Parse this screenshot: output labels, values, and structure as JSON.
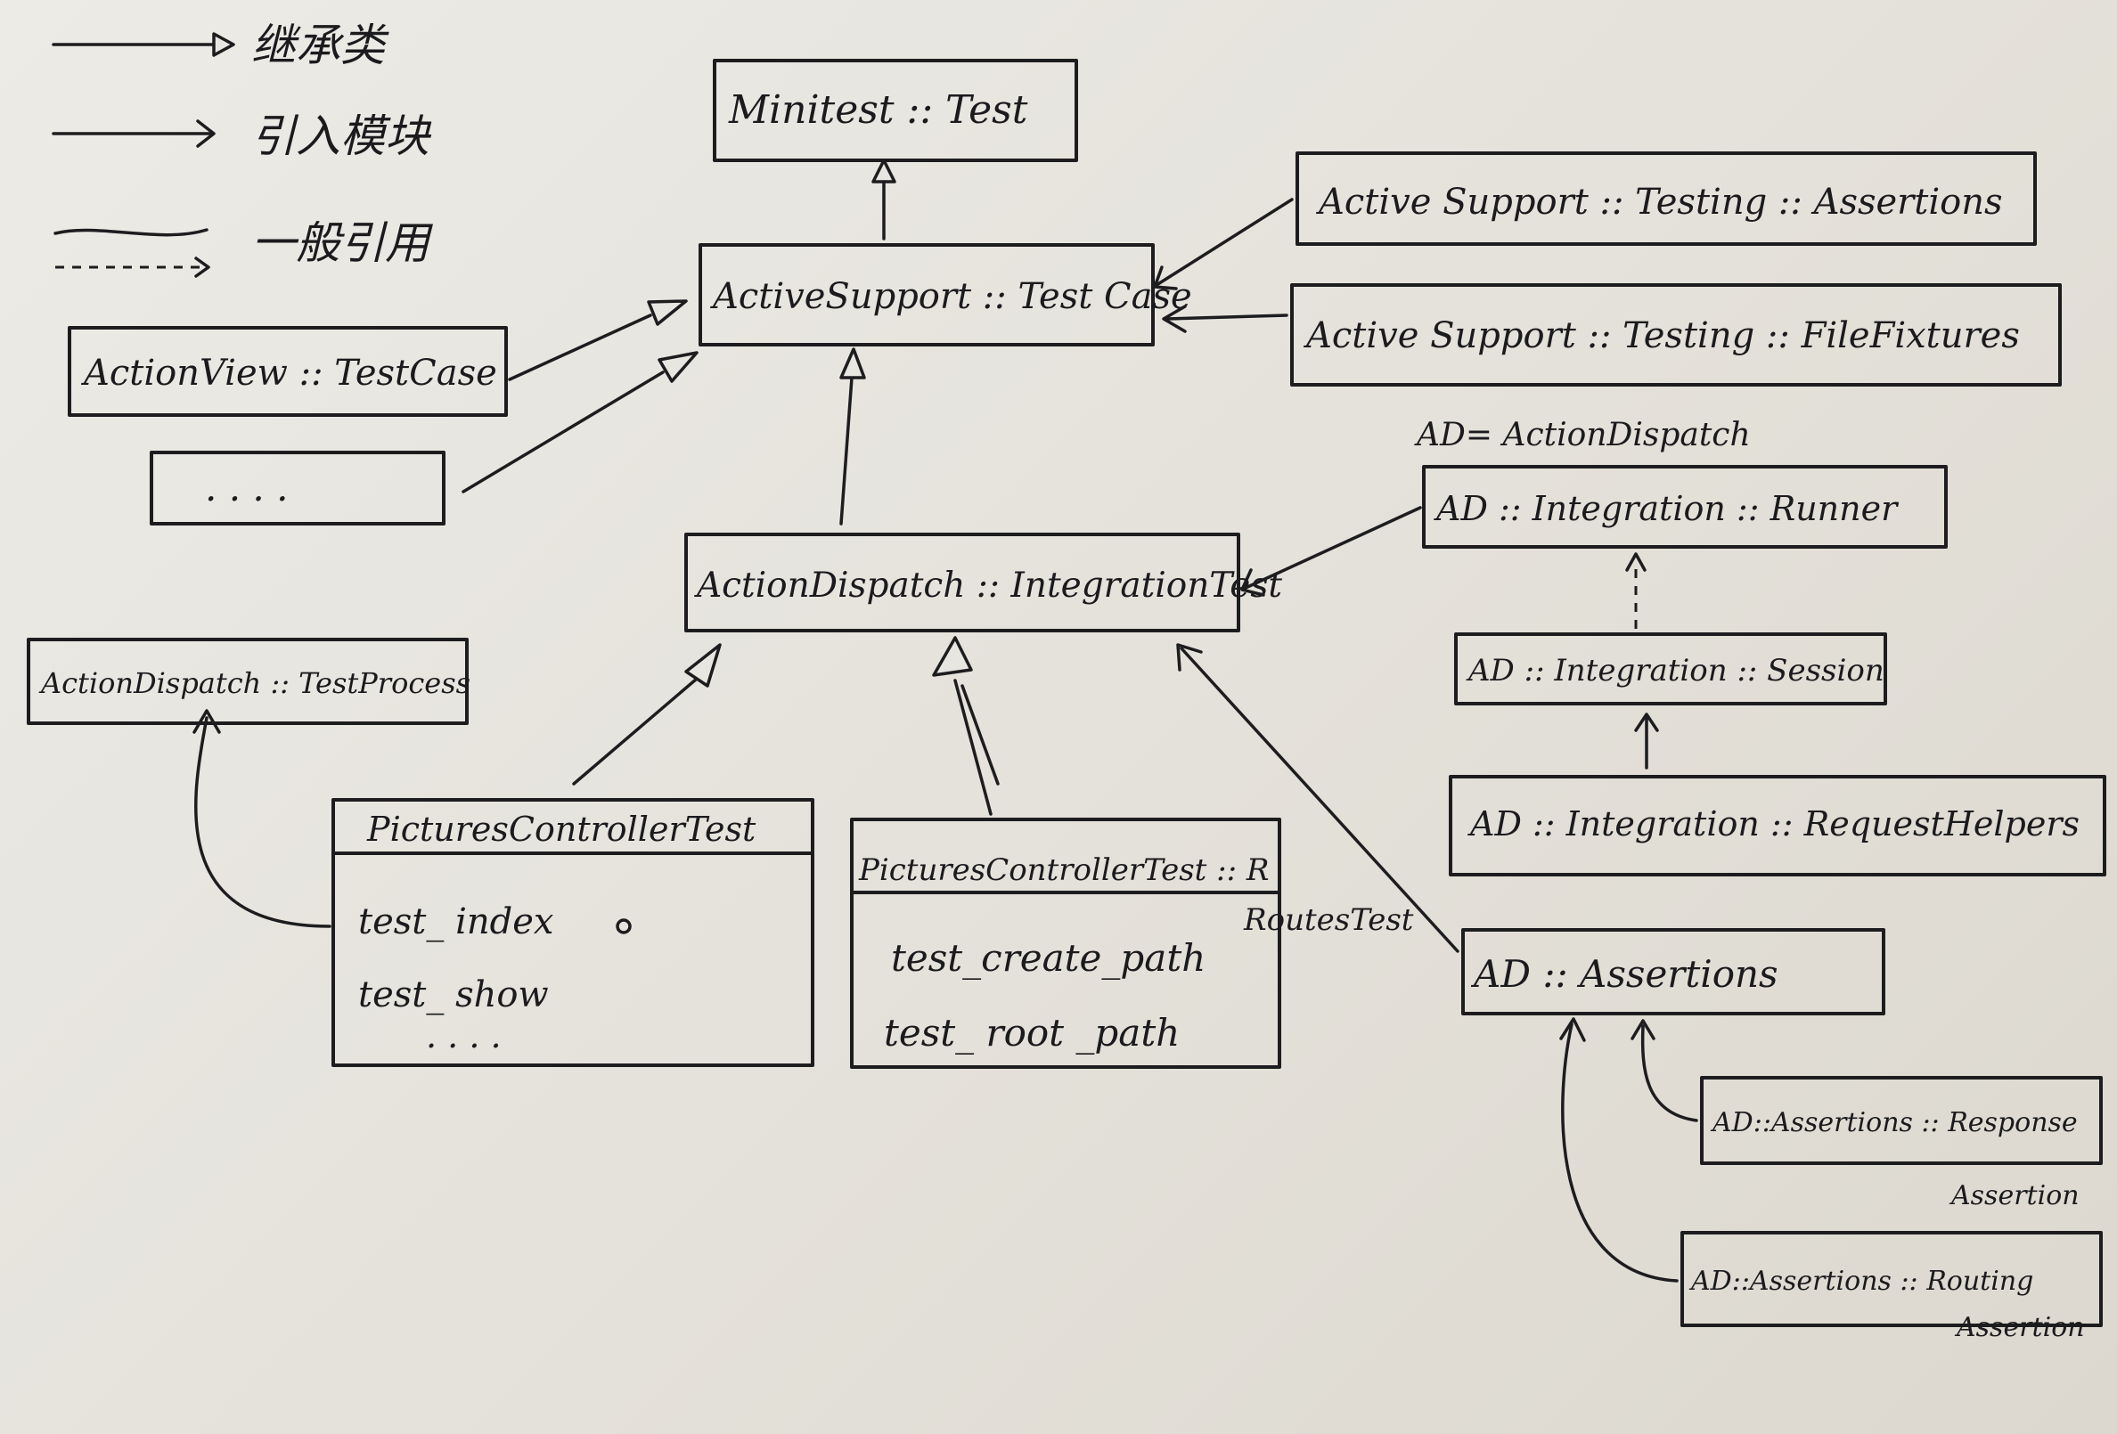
{
  "legend": {
    "inherit_label": "继承类",
    "include_module_label": "引入模块",
    "general_ref_label": "一般引用"
  },
  "note": "AD= ActionDispatch",
  "classes": {
    "minitest_test": "Minitest :: Test",
    "active_support_test_case": "ActiveSupport :: Test Case",
    "action_view_test_case": "ActionView :: TestCase",
    "other_ellipsis": ". . . .",
    "action_dispatch_integration_test": "ActionDispatch :: IntegrationTest",
    "action_dispatch_test_process": "ActionDispatch :: TestProcess",
    "pictures_controller_test": "PicturesControllerTest",
    "pictures_controller_routes_test_1": "PicturesControllerTest :: R",
    "pictures_controller_routes_test_2": "RoutesTest"
  },
  "methods": {
    "pictures_controller_test": [
      "test_ index",
      "test_ show",
      ". . . ."
    ],
    "routes_test": [
      "test_create_path",
      "test_ root _path"
    ]
  },
  "modules": {
    "testing_assertions": "Active Support :: Testing :: Assertions",
    "file_fixtures": "Active Support :: Testing :: FileFixtures",
    "integration_runner": "AD :: Integration :: Runner",
    "integration_session": "AD :: Integration :: Session",
    "request_helpers": "AD :: Integration :: RequestHelpers",
    "assertions": "AD :: Assertions",
    "response_assertion_1": "AD::Assertions :: Response",
    "response_assertion_2": "Assertion",
    "routing_assertion_1": "AD::Assertions :: Routing",
    "routing_assertion_2": "Assertion"
  }
}
